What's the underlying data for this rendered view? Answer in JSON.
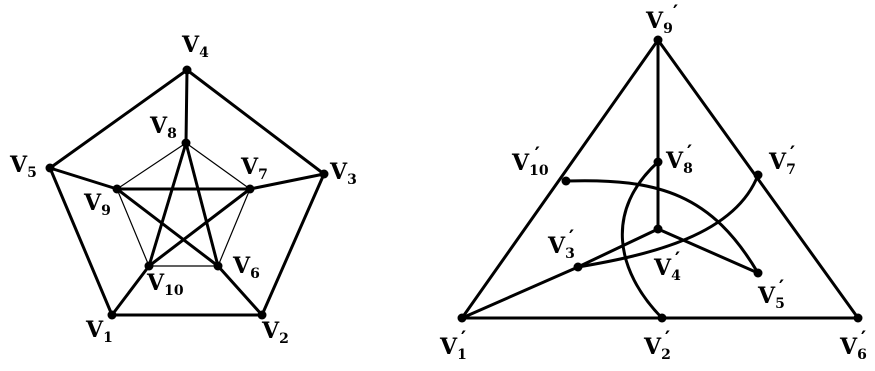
{
  "left_graph": {
    "labels": {
      "v1": {
        "letter": "V",
        "sub": "1"
      },
      "v2": {
        "letter": "V",
        "sub": "2"
      },
      "v3": {
        "letter": "V",
        "sub": "3"
      },
      "v4": {
        "letter": "V",
        "sub": "4"
      },
      "v5": {
        "letter": "V",
        "sub": "5"
      },
      "v6": {
        "letter": "V",
        "sub": "6"
      },
      "v7": {
        "letter": "V",
        "sub": "7"
      },
      "v8": {
        "letter": "V",
        "sub": "8"
      },
      "v9": {
        "letter": "V",
        "sub": "9"
      },
      "v10": {
        "letter": "V",
        "sub": "10"
      }
    }
  },
  "right_graph": {
    "prime": "′",
    "labels": {
      "v1": {
        "letter": "V",
        "sub": "1"
      },
      "v2": {
        "letter": "V",
        "sub": "2"
      },
      "v3": {
        "letter": "V",
        "sub": "3"
      },
      "v4": {
        "letter": "V",
        "sub": "4"
      },
      "v5": {
        "letter": "V",
        "sub": "5"
      },
      "v6": {
        "letter": "V",
        "sub": "6"
      },
      "v7": {
        "letter": "V",
        "sub": "7"
      },
      "v8": {
        "letter": "V",
        "sub": "8"
      },
      "v9": {
        "letter": "V",
        "sub": "9"
      },
      "v10": {
        "letter": "V",
        "sub": "10"
      }
    }
  }
}
